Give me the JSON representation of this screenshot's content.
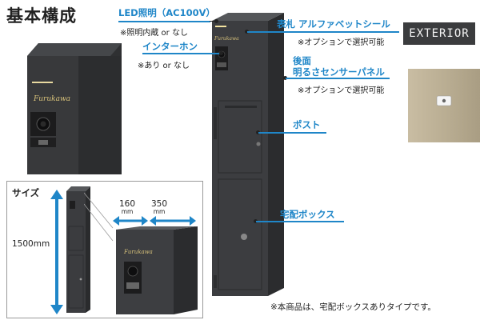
{
  "page_title": "基本構成",
  "labels": {
    "led": {
      "title": "LED照明（AC100V）",
      "note": "※照明内蔵 or なし"
    },
    "intercom": {
      "title": "インターホン",
      "note": "※あり or なし"
    },
    "nameplate": {
      "title": "表札 アルファベットシール",
      "note": "※オプションで選択可能"
    },
    "rear_panel": {
      "title_line1": "後面",
      "title_line2": "明るさセンサーパネル",
      "note": "※オプションで選択可能"
    },
    "post": {
      "title": "ポスト"
    },
    "delivery_box": {
      "title": "宅配ボックス"
    }
  },
  "exterior_plate_text": "EXTERIOR",
  "brand_script": "Furukawa",
  "size": {
    "title": "サイズ",
    "height": "1500mm",
    "width_value": "160",
    "width_unit": "mm",
    "depth_value": "350",
    "depth_unit": "mm"
  },
  "disclaimer": "※本商品は、宅配ボックスありタイプです。",
  "colors": {
    "accent": "#1f86c8",
    "product": "#3a3b3d"
  }
}
